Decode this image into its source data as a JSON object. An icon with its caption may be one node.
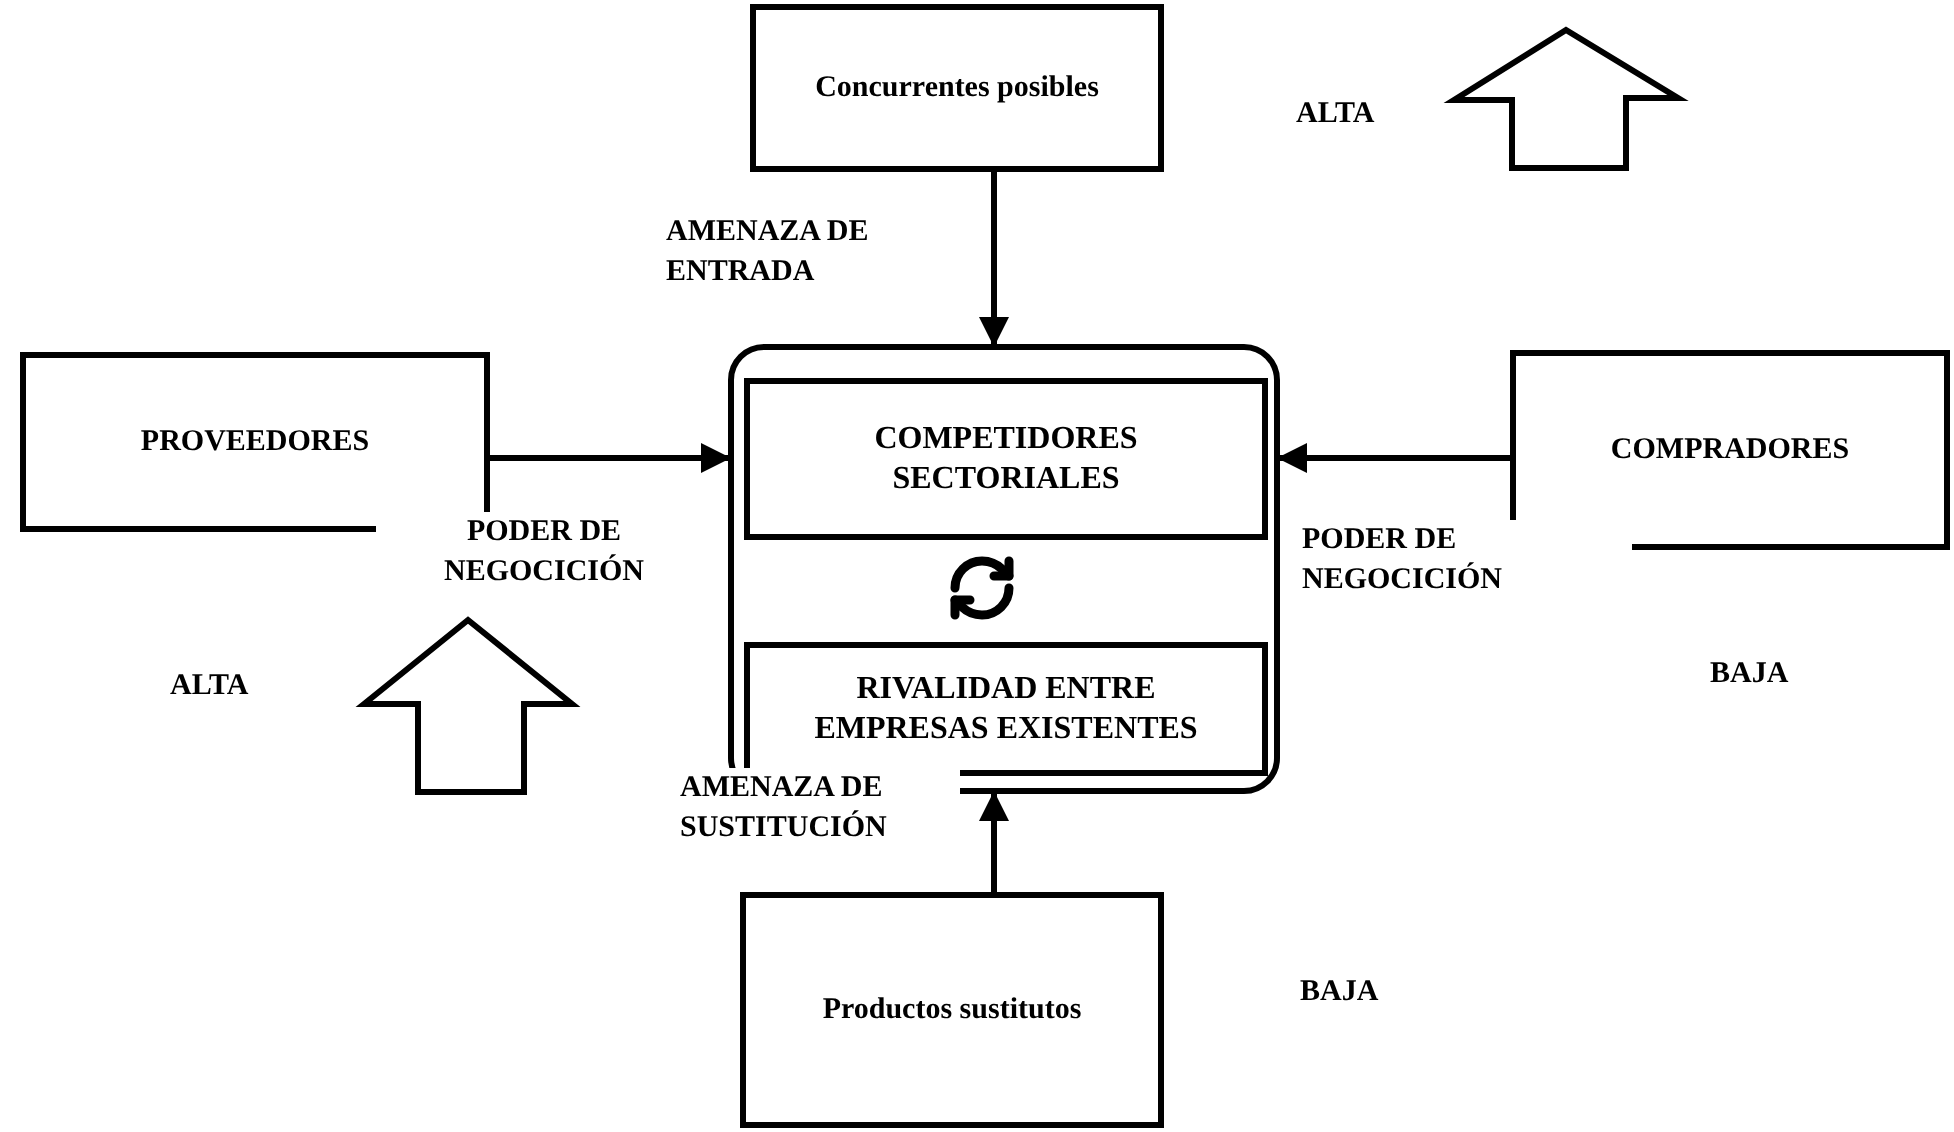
{
  "diagram": {
    "nodes": [
      {
        "text": [
          "Concurrentes posibles"
        ]
      },
      {
        "text": [
          "PROVEEDORES"
        ]
      },
      {
        "text": [],
        "shape": "box"
      },
      {
        "text": [
          "COMPETIDORES SECTORIALES"
        ],
        "in": 2
      },
      {
        "text": [
          "RIVALIDAD ENTRE EMPRESAS EXISTENTES"
        ],
        "in": 2
      },
      {
        "text": [
          "COMPRADORES"
        ]
      },
      {
        "text": [
          "Productos sustitutos"
        ]
      }
    ],
    "edges": [
      {
        "from": 0,
        "to": 2,
        "arrow": "to",
        "label": "AMENAZA DE ENTRADA"
      },
      {
        "from": 1,
        "to": 2,
        "arrow": "to",
        "label": "PODER DE NEGOCICIÓN"
      },
      {
        "from": 5,
        "to": 2,
        "arrow": "to",
        "label": "PODER DE NEGOCICIÓN"
      },
      {
        "from": 6,
        "to": 2,
        "arrow": "to",
        "label": "AMENAZA DE SUSTITUCIÓN"
      }
    ],
    "labels": [
      "ALTA",
      "ALTA",
      "BAJA",
      "BAJA"
    ]
  }
}
